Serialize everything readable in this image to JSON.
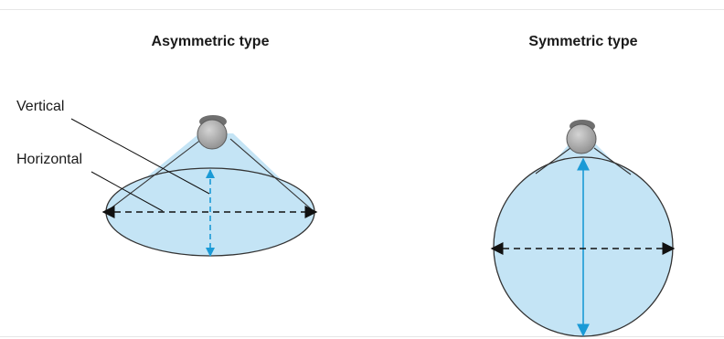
{
  "titles": {
    "asymmetric": "Asymmetric type",
    "symmetric": "Symmetric type"
  },
  "labels": {
    "vertical": "Vertical",
    "horizontal": "Horizontal"
  },
  "colors": {
    "fill": "#c4e4f5",
    "beam_edge": "#333333",
    "vertical_arrow": "#1a9ad6",
    "horizontal_arrow": "#111111",
    "lamp": "#a9a9a9"
  }
}
